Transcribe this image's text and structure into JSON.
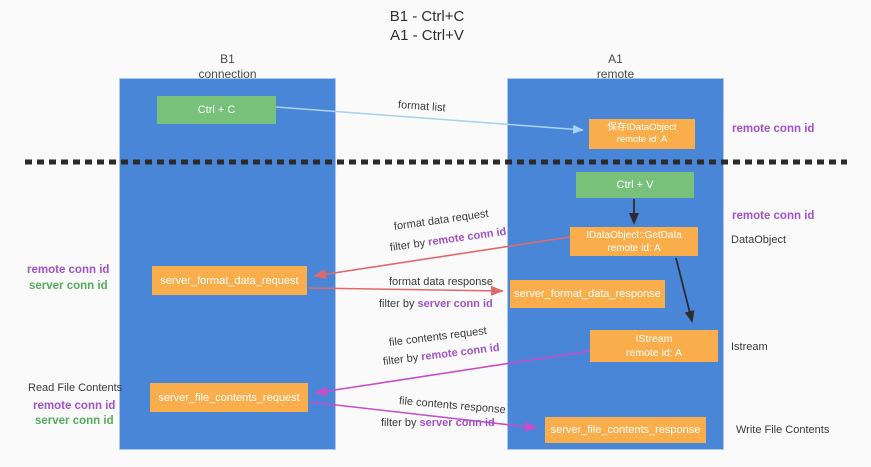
{
  "colors": {
    "background": "#fafafa",
    "lane_blue": "#4a86d8",
    "node_green": "#77c17a",
    "node_orange": "#f9ae4b",
    "arrow_light_blue": "#a9d2ee",
    "arrow_red": "#e2696b",
    "arrow_magenta": "#c84ec8",
    "arrow_black": "#2d2d2d",
    "label_purple": "#a252cb",
    "label_green": "#54ad5c"
  },
  "title": {
    "line1": "B1 - Ctrl+C",
    "line2": "A1 - Ctrl+V"
  },
  "lanes": {
    "b1": {
      "name": "B1",
      "role": "connection"
    },
    "a1": {
      "name": "A1",
      "role": "remote"
    }
  },
  "nodes": {
    "ctrl_c": {
      "label": "Ctrl + C"
    },
    "ctrl_v": {
      "label": "Ctrl + V"
    },
    "save_idataobject": {
      "line1": "保存IDataObject",
      "line2": "remote id: A"
    },
    "idataobject_getdata": {
      "line1": "IDataObject::GetData",
      "line2": "remote id: A"
    },
    "istream": {
      "line1": "IStream",
      "line2": "remote id: A"
    },
    "server_format_data_request": {
      "label": "server_format_data_request"
    },
    "server_format_data_response": {
      "label": "server_format_data_response"
    },
    "server_file_contents_request": {
      "label": "server_file_contents_request"
    },
    "server_file_contents_response": {
      "label": "server_file_contents_response"
    }
  },
  "flow_labels": {
    "format_list": "format list",
    "format_data_request": "format data request",
    "format_data_response": "format data response",
    "file_contents_request": "file contents request",
    "file_contents_response": "file contents response",
    "filter_by": "filter by",
    "remote_conn_id": "remote conn id",
    "server_conn_id": "server conn id"
  },
  "side_labels": {
    "remote_conn_id": "remote conn id",
    "server_conn_id": "server conn id",
    "dataobject": "DataObject",
    "istream": "Istream",
    "read_file_contents": "Read File Contents",
    "write_file_contents": "Write File Contents"
  }
}
